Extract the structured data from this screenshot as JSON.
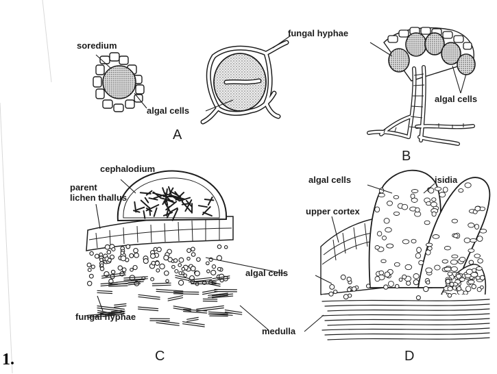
{
  "figure": {
    "number": "1.",
    "panels": {
      "a": "A",
      "b": "B",
      "c": "C",
      "d": "D"
    },
    "labels": {
      "soredium": "soredium",
      "fungal_hyphae_top": "fungal hyphae",
      "algal_cells_a": "algal cells",
      "algal_cells_b": "algal cells",
      "cephalodium": "cephalodium",
      "parent_lichen_thallus": "parent\nlichen thallus",
      "algal_cells_c": "algal cells",
      "fungal_hyphae_c": "fungal hyphae",
      "medulla": "medulla",
      "algal_cells_d": "algal cells",
      "isidia": "isidia",
      "upper_cortex": "upper cortex"
    }
  }
}
